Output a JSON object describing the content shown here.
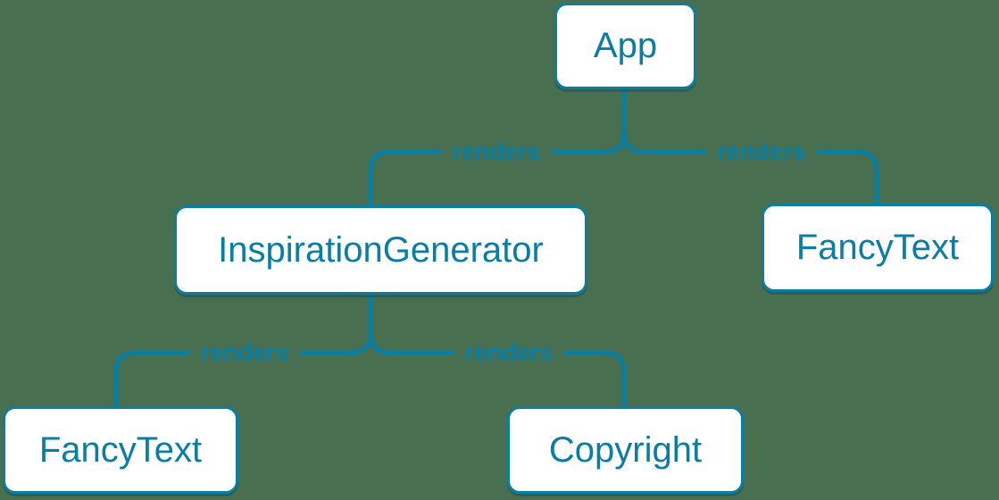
{
  "diagram": {
    "type": "component-render-tree",
    "root": "App"
  },
  "colors": {
    "background": "#487050",
    "accent": "#087EA4",
    "node_background": "#ffffff"
  },
  "nodes": [
    {
      "id": "app",
      "label": "App"
    },
    {
      "id": "inspiration-generator",
      "label": "InspirationGenerator"
    },
    {
      "id": "fancy-text-top",
      "label": "FancyText"
    },
    {
      "id": "fancy-text-bottom",
      "label": "FancyText"
    },
    {
      "id": "copyright",
      "label": "Copyright"
    }
  ],
  "edges": [
    {
      "from": "App",
      "to": "InspirationGenerator",
      "label": "renders"
    },
    {
      "from": "App",
      "to": "FancyText",
      "label": "renders"
    },
    {
      "from": "InspirationGenerator",
      "to": "FancyText",
      "label": "renders"
    },
    {
      "from": "InspirationGenerator",
      "to": "Copyright",
      "label": "renders"
    }
  ]
}
